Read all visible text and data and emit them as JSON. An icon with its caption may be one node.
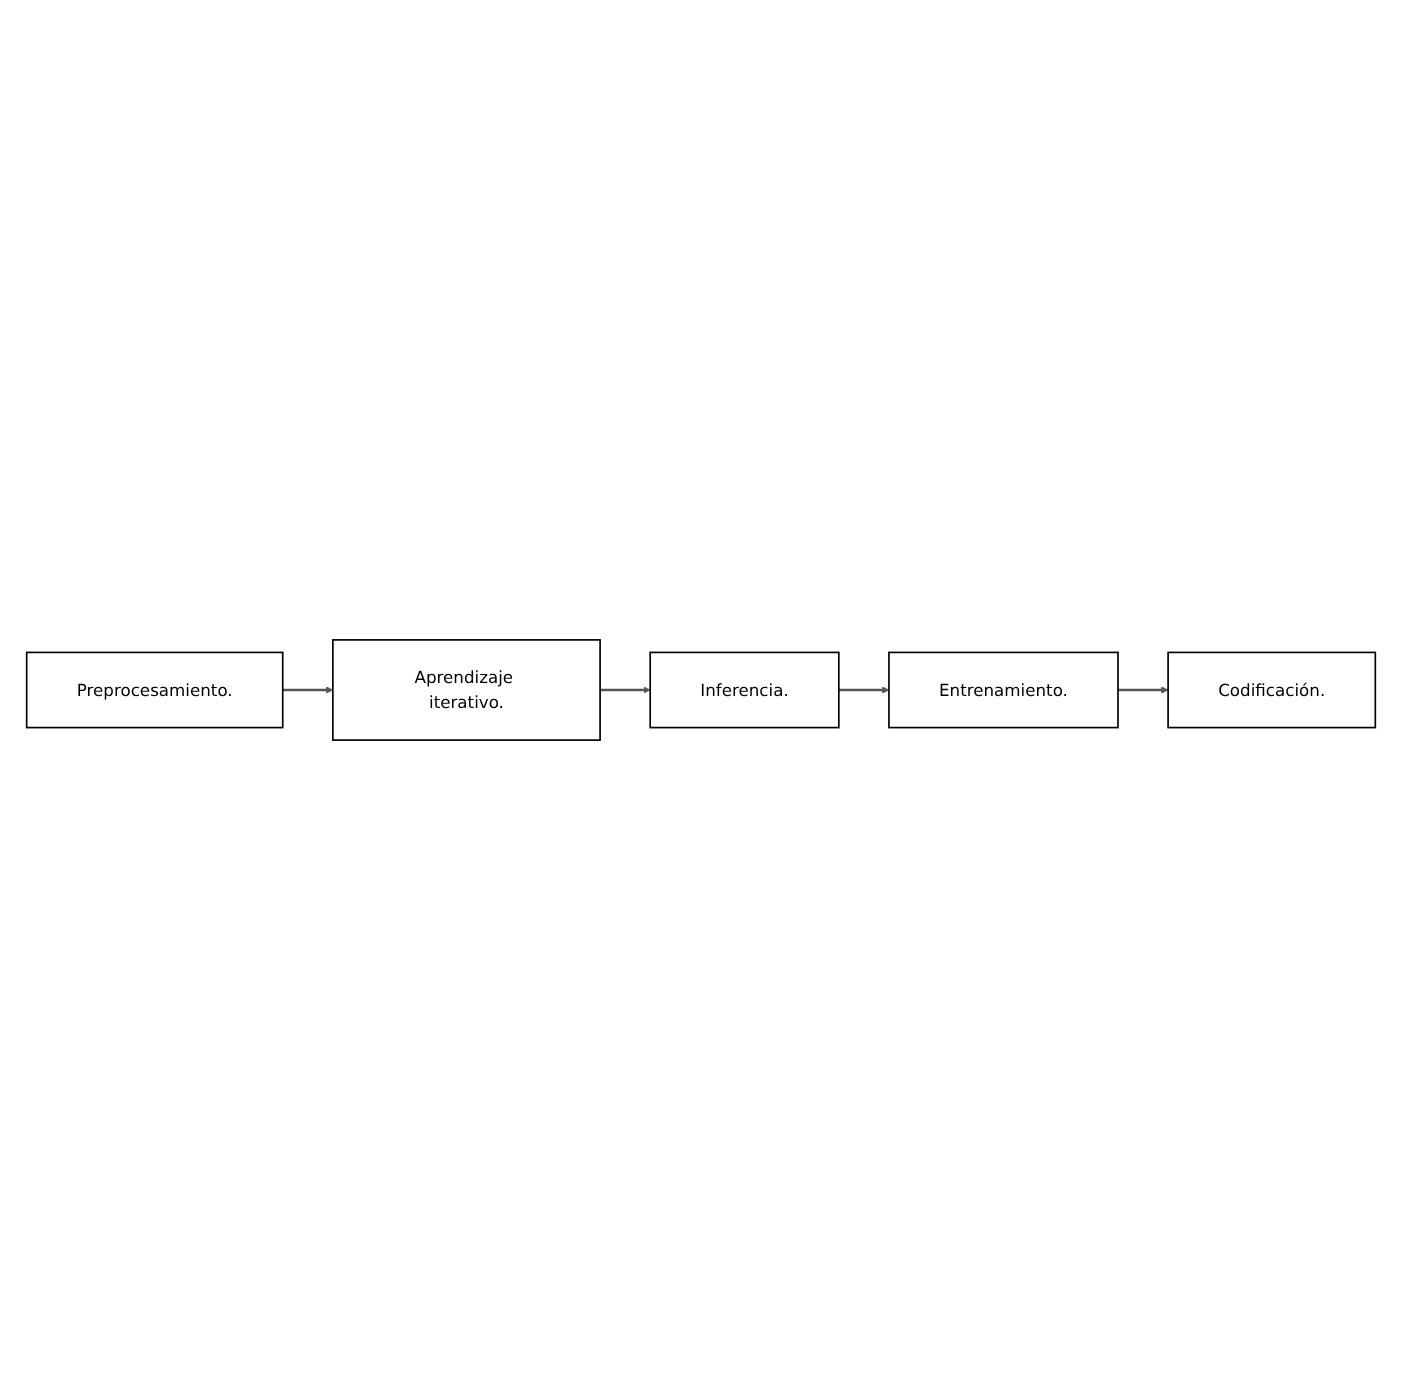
{
  "diagram": {
    "nodes": [
      {
        "text": [
          "Preprocesamiento."
        ]
      },
      {
        "text": [
          "Aprendizaje iterativo."
        ]
      },
      {
        "text": [
          "Codificación."
        ]
      },
      {
        "text": [
          "Inferencia."
        ]
      },
      {
        "text": [
          "Entrenamiento."
        ]
      }
    ],
    "edges": [
      {
        "from": 0,
        "to": 1,
        "arrow": "to"
      },
      {
        "from": 1,
        "to": 3,
        "arrow": "to"
      },
      {
        "from": 3,
        "to": 4,
        "arrow": "to"
      },
      {
        "from": 4,
        "to": 2,
        "arrow": "to"
      }
    ]
  }
}
